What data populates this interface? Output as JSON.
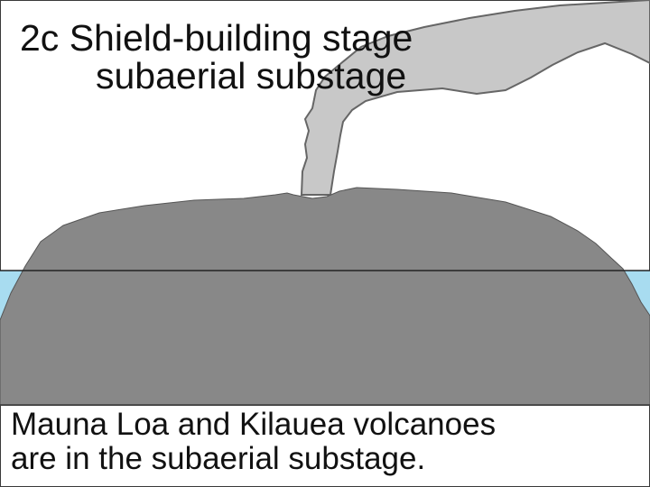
{
  "title": {
    "line1": "2c Shield-building stage",
    "line2": "subaerial substage"
  },
  "caption": {
    "line1": "Mauna Loa and Kilauea volcanoes",
    "line2": "are in the subaerial substage."
  },
  "colors": {
    "volcano": "#888888",
    "plume": "#c8c8c8",
    "plume_edge": "#666666",
    "ocean": "#a8dcf0",
    "sea_level": "#222222",
    "background": "#ffffff"
  }
}
